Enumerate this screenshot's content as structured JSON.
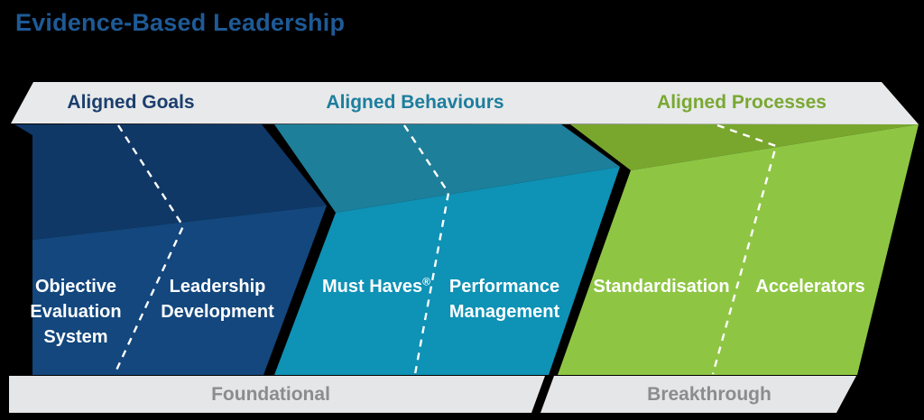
{
  "background": "#000000",
  "title": {
    "text": "Evidence-Based Leadership",
    "color": "#1e5a96"
  },
  "top_band": {
    "bg": "#e8e9ea",
    "labels": [
      {
        "text": "Aligned Goals",
        "color": "#1b3e6d"
      },
      {
        "text": "Aligned Behaviours",
        "color": "#1c7e9e"
      },
      {
        "text": "Aligned Processes",
        "color": "#79a832"
      }
    ]
  },
  "chevrons": [
    {
      "colors": {
        "top": "#0f3867",
        "front": "#13477d"
      },
      "cells": [
        {
          "lines": [
            "Objective",
            "Evaluation",
            "System"
          ]
        },
        {
          "lines": [
            "Leadership",
            "Development"
          ]
        }
      ]
    },
    {
      "colors": {
        "top": "#1d7f9a",
        "front": "#0e92b5"
      },
      "cells": [
        {
          "lines": [
            "Must Haves"
          ],
          "reg": "®"
        },
        {
          "lines": [
            "Performance",
            "Management"
          ]
        }
      ]
    },
    {
      "colors": {
        "top": "#79a72e",
        "front": "#8ec644"
      },
      "cells": [
        {
          "lines": [
            "Standardisation"
          ]
        },
        {
          "lines": [
            "Accelerators"
          ]
        }
      ]
    }
  ],
  "divider": {
    "color": "#ffffff"
  },
  "face_text_color": "#ffffff",
  "bottom_band": {
    "bg": "#e5e6e7",
    "text_color": "#8a8c8e",
    "labels": [
      {
        "text": "Foundational"
      },
      {
        "text": "Breakthrough"
      }
    ]
  }
}
